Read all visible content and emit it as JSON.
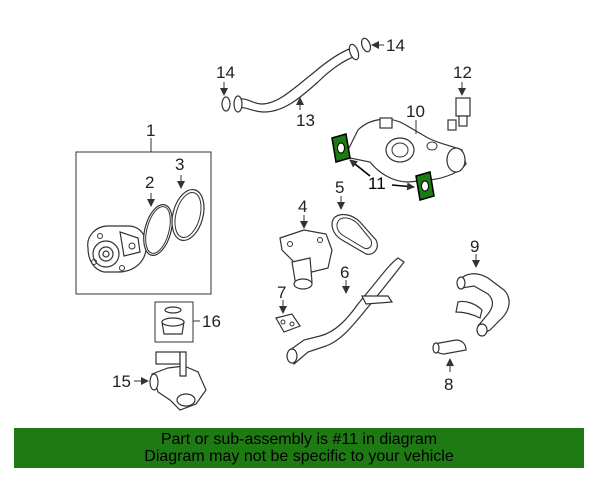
{
  "labels": {
    "l1": "1",
    "l2": "2",
    "l3": "3",
    "l4": "4",
    "l5": "5",
    "l6": "6",
    "l7": "7",
    "l8": "8",
    "l9": "9",
    "l10": "10",
    "l11": "11",
    "l12": "12",
    "l13": "13",
    "l14a": "14",
    "l14b": "14",
    "l15": "15",
    "l16": "16"
  },
  "notice": {
    "line1": "Part or sub-assembly is #11 in diagram",
    "line2": "Diagram may not be specific to your vehicle"
  },
  "colors": {
    "highlight": "#1e7a12",
    "notice_bg": "#1e7a12"
  }
}
